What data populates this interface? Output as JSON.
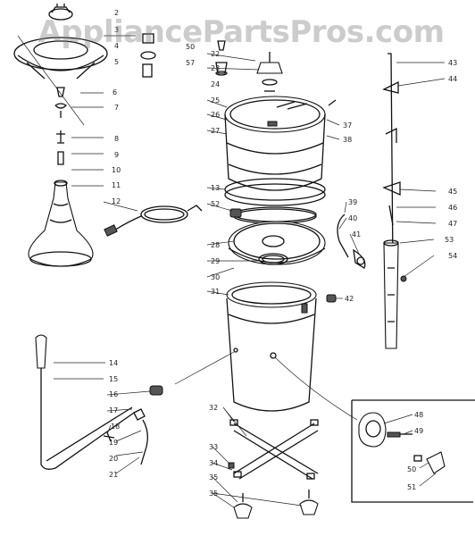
{
  "watermark": "AppliancePartsPros.com",
  "callouts": [
    {
      "id": "c2",
      "text": "2"
    },
    {
      "id": "c3",
      "text": "3"
    },
    {
      "id": "c4",
      "text": "4"
    },
    {
      "id": "c5",
      "text": "5"
    },
    {
      "id": "c6",
      "text": "6"
    },
    {
      "id": "c7",
      "text": "7"
    },
    {
      "id": "c8",
      "text": "8"
    },
    {
      "id": "c9",
      "text": "9"
    },
    {
      "id": "c10",
      "text": "10"
    },
    {
      "id": "c11",
      "text": "11"
    },
    {
      "id": "c12",
      "text": "12"
    },
    {
      "id": "c14",
      "text": "14"
    },
    {
      "id": "c15",
      "text": "15"
    },
    {
      "id": "c16",
      "text": "16"
    },
    {
      "id": "c17",
      "text": "17"
    },
    {
      "id": "c18",
      "text": "18"
    },
    {
      "id": "c19",
      "text": "19"
    },
    {
      "id": "c20",
      "text": "20"
    },
    {
      "id": "c21",
      "text": "21"
    },
    {
      "id": "c50a",
      "text": "50"
    },
    {
      "id": "c57",
      "text": "57"
    },
    {
      "id": "c22",
      "text": "22"
    },
    {
      "id": "c23",
      "text": "23"
    },
    {
      "id": "c24",
      "text": "24"
    },
    {
      "id": "c25",
      "text": "25"
    },
    {
      "id": "c26",
      "text": "26"
    },
    {
      "id": "c27",
      "text": "27"
    },
    {
      "id": "c13",
      "text": "13"
    },
    {
      "id": "c52",
      "text": "52"
    },
    {
      "id": "c28",
      "text": "28"
    },
    {
      "id": "c29",
      "text": "29"
    },
    {
      "id": "c30",
      "text": "30"
    },
    {
      "id": "c31",
      "text": "31"
    },
    {
      "id": "c37",
      "text": "37"
    },
    {
      "id": "c38",
      "text": "38"
    },
    {
      "id": "c39",
      "text": "39"
    },
    {
      "id": "c40",
      "text": "40"
    },
    {
      "id": "c41",
      "text": "41"
    },
    {
      "id": "c42",
      "text": "42"
    },
    {
      "id": "c43",
      "text": "43"
    },
    {
      "id": "c44",
      "text": "44"
    },
    {
      "id": "c45",
      "text": "45"
    },
    {
      "id": "c46",
      "text": "46"
    },
    {
      "id": "c47",
      "text": "47"
    },
    {
      "id": "c53",
      "text": "53"
    },
    {
      "id": "c54",
      "text": "54"
    },
    {
      "id": "c32",
      "text": "32"
    },
    {
      "id": "c33",
      "text": "33"
    },
    {
      "id": "c34",
      "text": "34"
    },
    {
      "id": "c35a",
      "text": "35"
    },
    {
      "id": "c35b",
      "text": "35"
    },
    {
      "id": "c48",
      "text": "48"
    },
    {
      "id": "c49",
      "text": "49"
    },
    {
      "id": "c50b",
      "text": "50"
    },
    {
      "id": "c51",
      "text": "51"
    }
  ]
}
